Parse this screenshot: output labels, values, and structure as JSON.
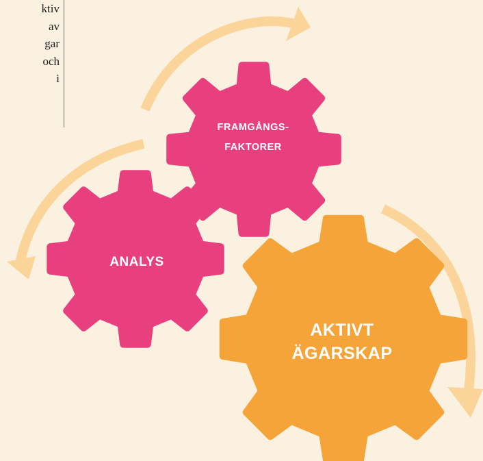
{
  "side_text": {
    "lines": [
      "ktiv",
      "av",
      "gar",
      "och",
      "i"
    ]
  },
  "gears": {
    "framgang": {
      "line1": "FRAMGÅNGS-",
      "line2": "FAKTORER",
      "color": "#e8407f"
    },
    "analys": {
      "label": "ANALYS",
      "color": "#e8407f"
    },
    "aktivt": {
      "line1": "AKTIVT",
      "line2": "ÄGARSKAP",
      "color": "#f5a43a"
    }
  },
  "colors": {
    "background": "#fbf1e1",
    "arrow": "#fbd49a",
    "text": "#1c1c1c"
  }
}
